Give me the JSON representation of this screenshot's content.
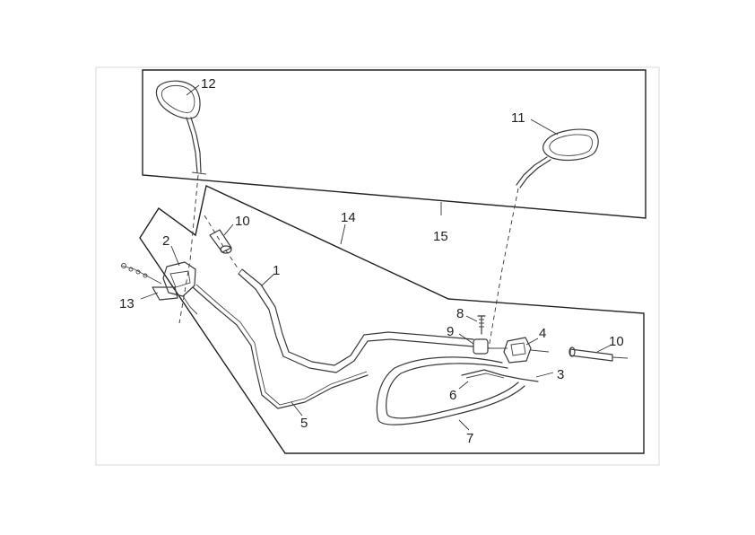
{
  "diagram": {
    "callouts": [
      {
        "id": "c1",
        "text": "1"
      },
      {
        "id": "c2",
        "text": "2"
      },
      {
        "id": "c3",
        "text": "3"
      },
      {
        "id": "c4",
        "text": "4"
      },
      {
        "id": "c5",
        "text": "5"
      },
      {
        "id": "c6",
        "text": "6"
      },
      {
        "id": "c7",
        "text": "7"
      },
      {
        "id": "c8",
        "text": "8"
      },
      {
        "id": "c9",
        "text": "9"
      },
      {
        "id": "c10a",
        "text": "10"
      },
      {
        "id": "c10b",
        "text": "10"
      },
      {
        "id": "c11",
        "text": "11"
      },
      {
        "id": "c12",
        "text": "12"
      },
      {
        "id": "c13",
        "text": "13"
      },
      {
        "id": "c14",
        "text": "14"
      },
      {
        "id": "c15",
        "text": "15"
      }
    ]
  }
}
